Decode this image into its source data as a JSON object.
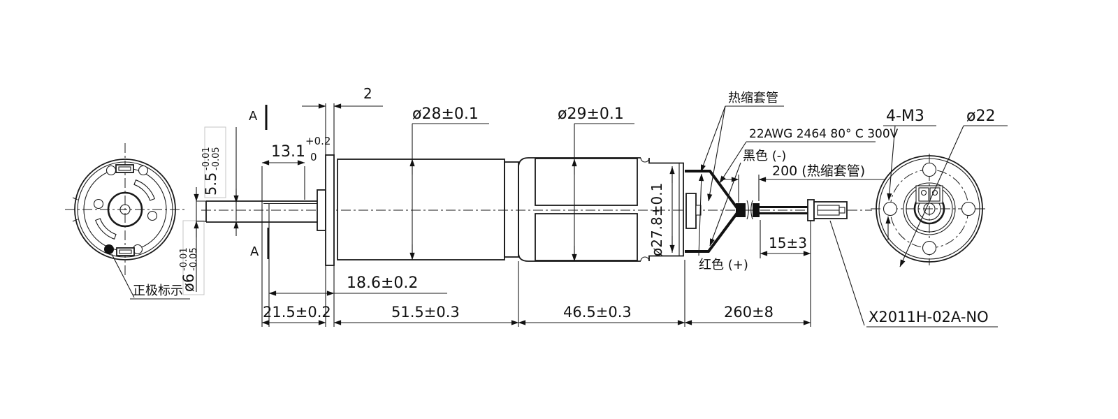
{
  "labels": {
    "section_a": "A",
    "heat_shrink": "热缩套管",
    "wire_spec": "22AWG 2464 80° C 300V",
    "black_wire": "黑色 (-)",
    "red_wire": "红色 (+)",
    "positive_mark": "正极标示",
    "part_number": "X2011H-02A-NO",
    "mounting_holes": "4-M3",
    "bolt_circle_dia": "ø22"
  },
  "dims": {
    "flange_thickness": "2",
    "gearbox_dia": "ø28±0.1",
    "motor_dia": "ø29±0.1",
    "rear_dia": "ø27.8±0.1",
    "flat_length": "13.1",
    "flat_length_tol_upper": "+0.2",
    "flat_length_tol_lower": "0",
    "flat_width": "5.5",
    "flat_width_tol_upper": "-0.01",
    "flat_width_tol_lower": "-0.05",
    "shaft_dia": "ø6",
    "shaft_dia_tol_upper": "-0.01",
    "shaft_dia_tol_lower": "-0.05",
    "shaft_ext_length": "18.6±0.2",
    "shaft_total_length": "21.5±0.2",
    "gearbox_length": "51.5±0.3",
    "motor_length": "46.5±0.3",
    "lead_length": "260±8",
    "sleeve_length": "200 (热缩套管)",
    "tinned_length": "15±3"
  }
}
